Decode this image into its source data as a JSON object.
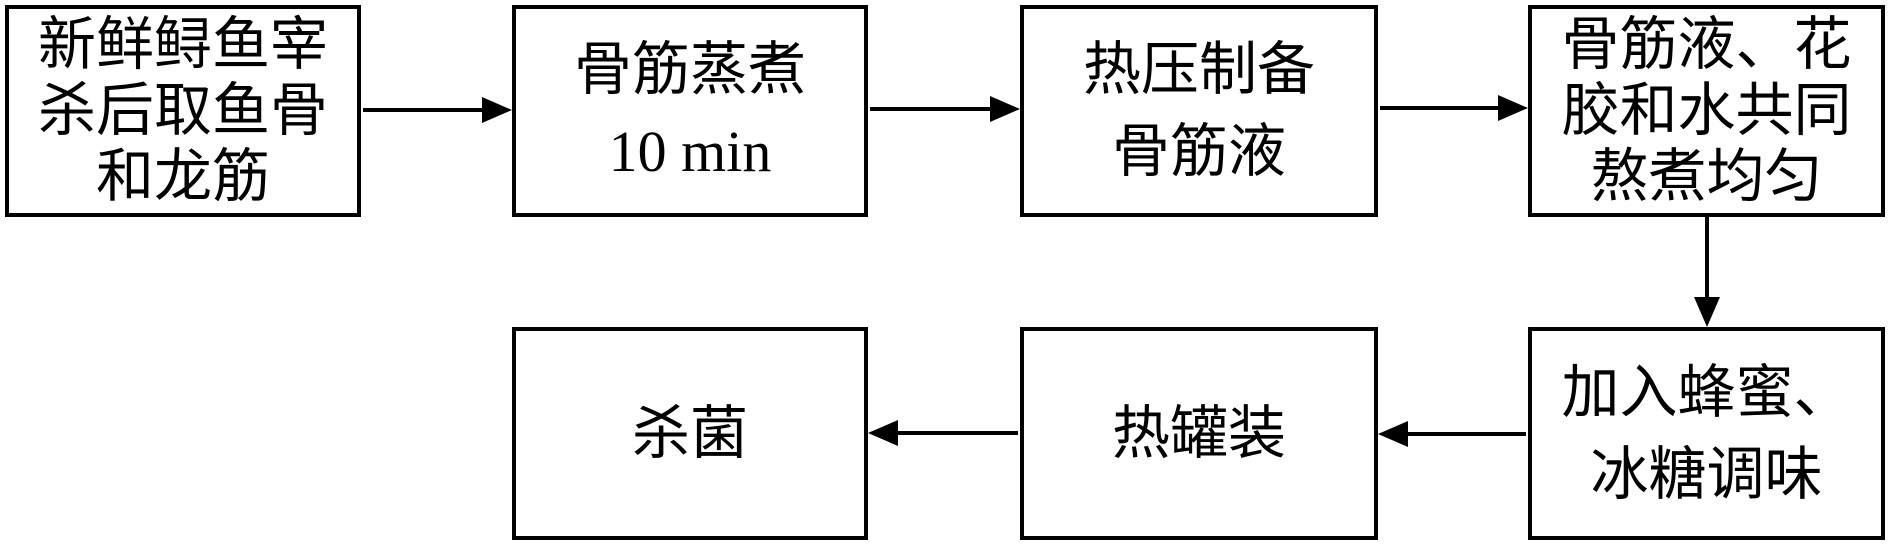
{
  "diagram": {
    "type": "flowchart",
    "background_color": "#ffffff",
    "line_color": "#000000",
    "text_color": "#000000",
    "boxes": [
      {
        "id": "step-1",
        "text": "新鲜鲟鱼宰\n杀后取鱼骨\n和龙筋"
      },
      {
        "id": "step-2",
        "text": "骨筋蒸煮\n10 min"
      },
      {
        "id": "step-3",
        "text": "热压制备\n骨筋液"
      },
      {
        "id": "step-4",
        "text": "骨筋液、花\n胶和水共同\n熬煮均匀"
      },
      {
        "id": "step-5",
        "text": "加入蜂蜜、\n冰糖调味"
      },
      {
        "id": "step-6",
        "text": "热罐装"
      },
      {
        "id": "step-7",
        "text": "杀菌"
      }
    ],
    "connections": [
      {
        "from": "step-1",
        "to": "step-2",
        "direction": "right"
      },
      {
        "from": "step-2",
        "to": "step-3",
        "direction": "right"
      },
      {
        "from": "step-3",
        "to": "step-4",
        "direction": "right"
      },
      {
        "from": "step-4",
        "to": "step-5",
        "direction": "down"
      },
      {
        "from": "step-5",
        "to": "step-6",
        "direction": "left"
      },
      {
        "from": "step-6",
        "to": "step-7",
        "direction": "left"
      }
    ]
  }
}
